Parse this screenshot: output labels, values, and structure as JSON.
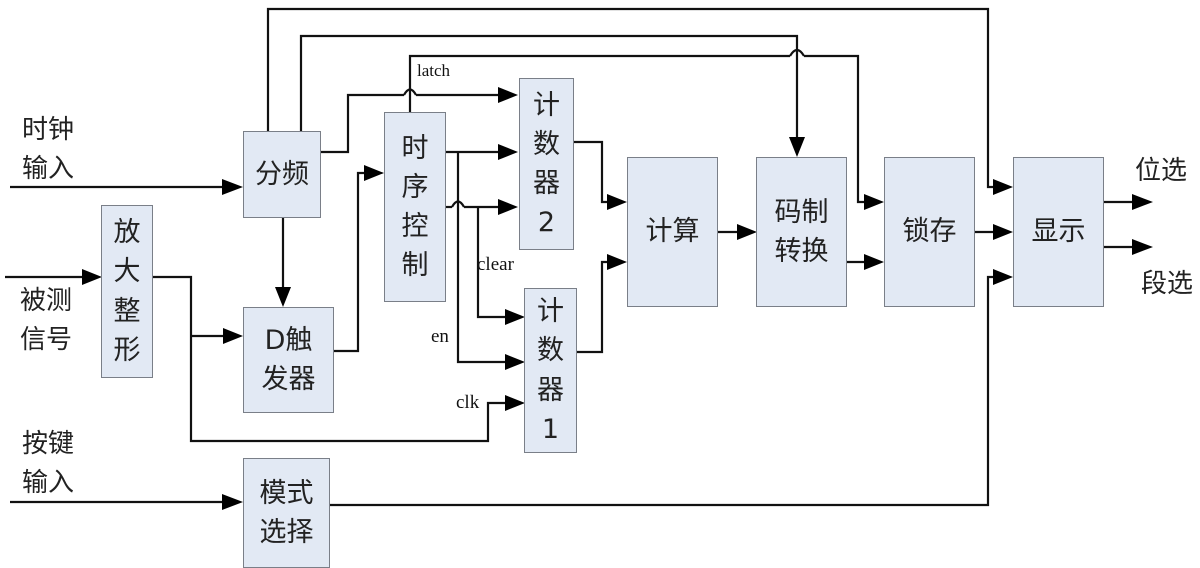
{
  "diagram": {
    "inputs": {
      "clock": "时钟\n输入",
      "measured": "被测\n信号",
      "keys": "按键\n输入"
    },
    "outputs": {
      "digit_select": "位选",
      "segment_select": "段选"
    },
    "blocks": {
      "divider": "分频",
      "amp_shape": "放大\n整形",
      "d_flipflop": "D触\n发器",
      "timing_control": "时\n序\n控\n制",
      "counter2": "计\n数\n器\n2",
      "counter1": "计\n数\n器\n1",
      "compute": "计算",
      "code_convert": "码制\n转换",
      "latch": "锁存",
      "display": "显示",
      "mode_select": "模式\n选择"
    },
    "signals": {
      "latch": "latch",
      "clear": "clear",
      "en": "en",
      "clk": "clk"
    },
    "colors": {
      "block_fill": "#e2e9f4",
      "block_border": "#7a7f88",
      "wire": "#111111"
    }
  }
}
